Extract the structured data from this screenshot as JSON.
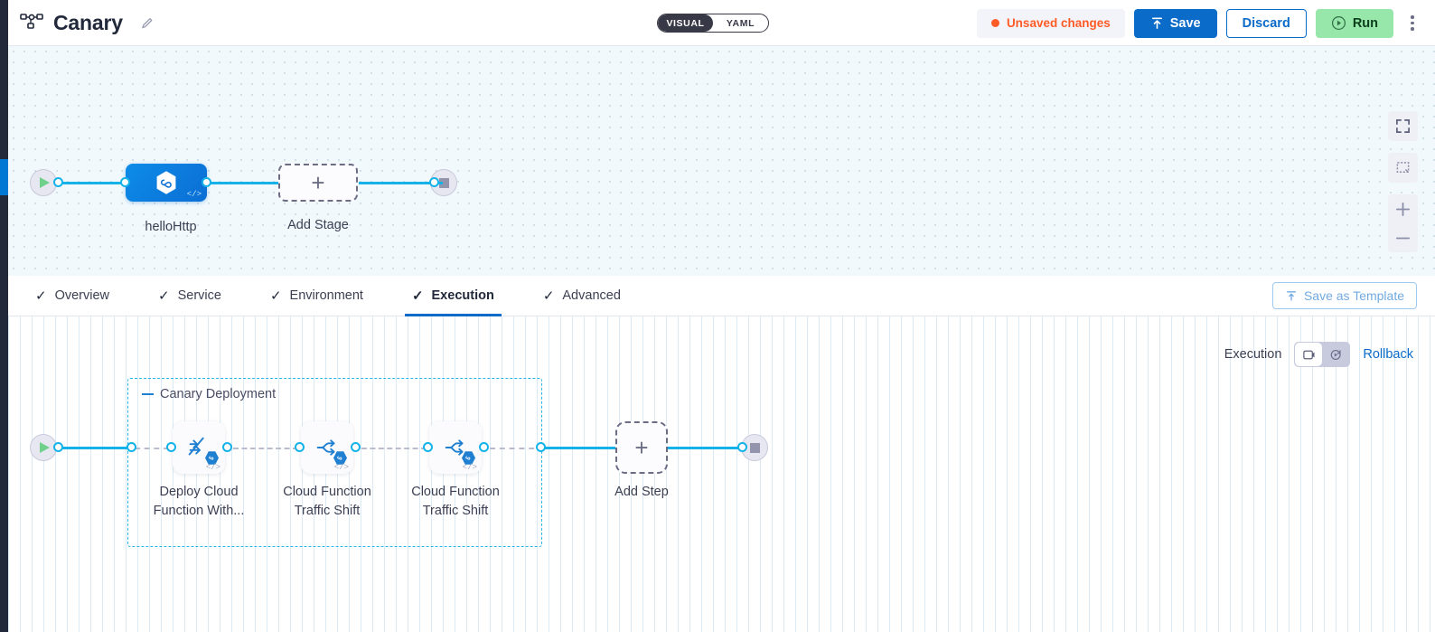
{
  "header": {
    "pipeline_icon": "pipeline-nodes-icon",
    "title": "Canary",
    "edit_icon": "pencil-edit-icon",
    "view_toggle": {
      "options": [
        "VISUAL",
        "YAML"
      ],
      "selected": "VISUAL"
    },
    "unsaved_label": "Unsaved changes",
    "save_label": "Save",
    "save_icon": "upload-arrow-icon",
    "discard_label": "Discard",
    "run_label": "Run",
    "run_icon": "play-circle-icon",
    "more_icon": "kebab-menu-icon",
    "colors": {
      "unsaved": "#ff5b26",
      "primary": "#0b6bc9",
      "run": "#97e7ab"
    }
  },
  "top_canvas": {
    "start_node": "start-play-node",
    "end_node": "end-stop-node",
    "stage": {
      "label": "helloHttp",
      "icon": "harness-infinity-icon",
      "code_tag": "</>"
    },
    "add_stage": {
      "label": "Add Stage",
      "icon": "plus-icon"
    },
    "controls": [
      {
        "name": "fullscreen-icon"
      },
      {
        "name": "fit-to-screen-icon"
      },
      {
        "name": "zoom-in-icon",
        "label": "+"
      },
      {
        "name": "zoom-out-icon",
        "label": "−"
      }
    ]
  },
  "tabs": {
    "items": [
      {
        "label": "Overview",
        "checked": true,
        "active": false
      },
      {
        "label": "Service",
        "checked": true,
        "active": false
      },
      {
        "label": "Environment",
        "checked": true,
        "active": false
      },
      {
        "label": "Execution",
        "checked": true,
        "active": true
      },
      {
        "label": "Advanced",
        "checked": true,
        "active": false
      }
    ],
    "save_as_template": "Save as Template",
    "save_as_template_icon": "template-upload-icon"
  },
  "bottom_canvas": {
    "exec_label": "Execution",
    "mode_toggle": {
      "options": [
        "execution-view-icon",
        "rollback-view-icon"
      ],
      "selected_index": 0
    },
    "rollback_label": "Rollback",
    "group": {
      "title": "Canary Deployment",
      "collapse_icon": "collapse-minus-icon"
    },
    "steps": [
      {
        "label_line1": "Deploy Cloud",
        "label_line2": "Function With...",
        "icon": "deploy-cloud-function-icon",
        "badge": "harness-hexagon-icon",
        "code_tag": "</>"
      },
      {
        "label_line1": "Cloud Function",
        "label_line2": "Traffic Shift",
        "icon": "traffic-shift-icon",
        "badge": "harness-hexagon-icon",
        "code_tag": "</>"
      },
      {
        "label_line1": "Cloud Function",
        "label_line2": "Traffic Shift",
        "icon": "traffic-shift-icon",
        "badge": "harness-hexagon-icon",
        "code_tag": "</>"
      }
    ],
    "add_step": {
      "label": "Add Step",
      "icon": "plus-icon"
    },
    "start_node": "start-play-node",
    "end_node": "end-stop-node"
  }
}
